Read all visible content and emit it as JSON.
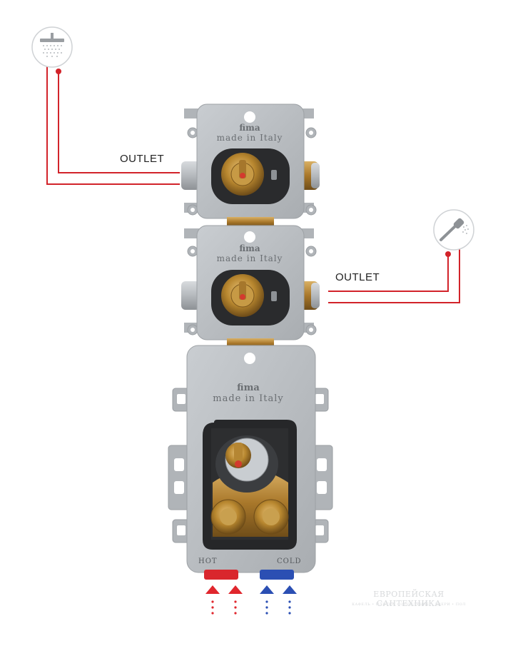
{
  "labels": {
    "outlet_top": "OUTLET",
    "outlet_right": "OUTLET"
  },
  "modules": {
    "top": {
      "brand": "fima",
      "origin": "made in Italy"
    },
    "middle": {
      "brand": "fima",
      "origin": "made in Italy"
    },
    "mixer": {
      "brand": "fima",
      "origin": "made in Italy",
      "hot_label": "HOT",
      "cold_label": "COLD"
    }
  },
  "icons": {
    "overhead_shower": "rain-shower-head-icon",
    "hand_shower": "hand-shower-icon",
    "hot_inlet": "red-up-arrow-icon",
    "cold_inlet": "blue-up-arrow-icon"
  },
  "colors": {
    "pipe": "#d2232a",
    "hot": "#e0262d",
    "cold": "#2b4fb3",
    "body": "#b9bdc1",
    "brass": "#b8872f"
  },
  "watermark": {
    "title": "ЕВРОПЕЙСКАЯ САНТЕХНИКА",
    "subtitle": "КАФЕЛЬ • ПЛИТКА • ОТОПЛЕНИЕ • ДВЕРИ • ПОЛ"
  }
}
